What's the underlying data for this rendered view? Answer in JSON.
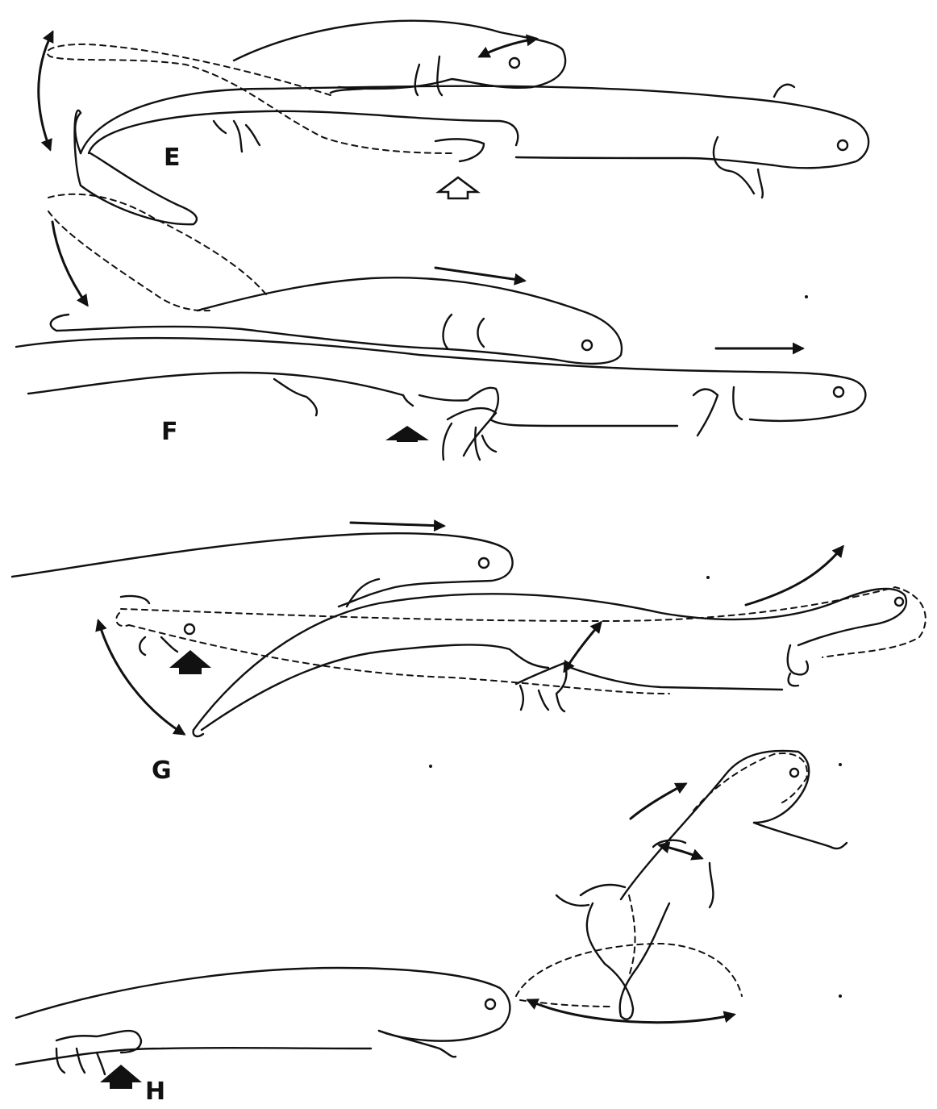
{
  "panels": {
    "e": {
      "label": "E",
      "contact_marker": "open-arrow"
    },
    "f": {
      "label": "F",
      "contact_marker": "filled-arrow"
    },
    "g": {
      "label": "G",
      "contact_marker": "filled-arrow"
    },
    "h": {
      "label": "H",
      "contact_marker": "filled-arrow"
    }
  },
  "colors": {
    "ink": "#111111",
    "background": "#ffffff"
  }
}
